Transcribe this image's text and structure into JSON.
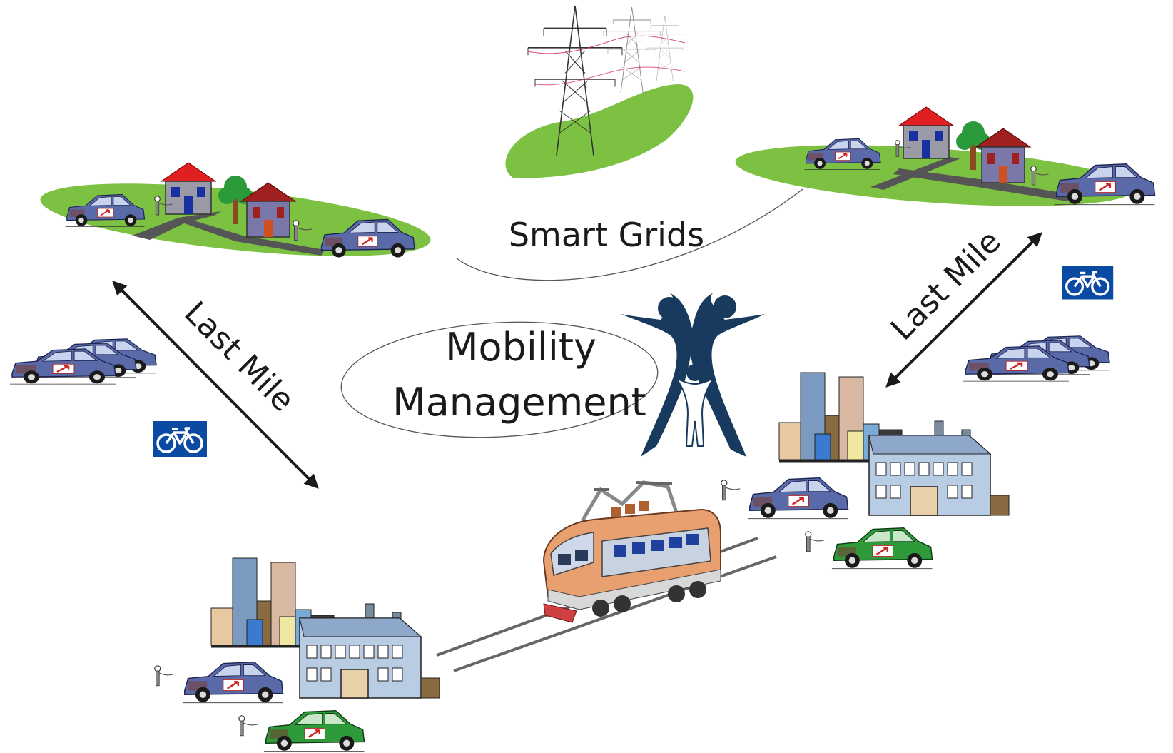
{
  "labels": {
    "smart_grids": "Smart Grids",
    "mobility_line1": "Mobility",
    "mobility_line2": "Management",
    "last_mile_left": "Last Mile",
    "last_mile_right": "Last Mile"
  },
  "icons": {
    "pylons": "power-pylons-icon",
    "house": "house-icon",
    "tree": "tree-icon",
    "ev_car": "electric-car-icon",
    "charging_post": "charging-post-icon",
    "bicycle_sign": "bicycle-sign-icon",
    "city": "city-skyline-icon",
    "factory": "factory-icon",
    "train": "electric-train-icon",
    "people_logo": "family-logo-icon"
  },
  "colors": {
    "grass": "#7dc142",
    "car_blue": "#5a6aa8",
    "car_green": "#2f9a3a",
    "roof_red": "#e02020",
    "roof_dark": "#a02020",
    "logo": "#173a5e",
    "bike_sign": "#0b4aa2",
    "arrow": "#1a1a1a"
  }
}
